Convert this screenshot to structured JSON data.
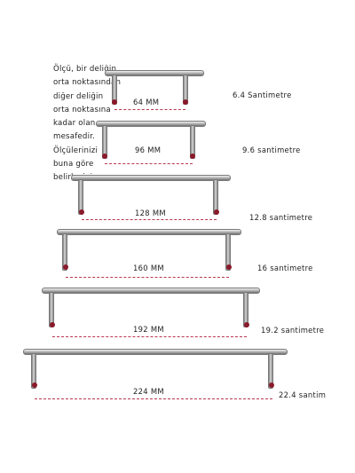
{
  "note_lines": [
    "Ölçü, bir deliğin",
    "orta noktasından",
    "diğer deliğin",
    "orta noktasına",
    "kadar olan",
    "mesafedir.",
    "Ölçülerinizi",
    "buna göre",
    "belirleyiniz."
  ],
  "handles": [
    {
      "mm_label": "64 MM",
      "cm_label": "6.4 Santimetre"
    },
    {
      "mm_label": "96 MM",
      "cm_label": "9.6 santimetre"
    },
    {
      "mm_label": "128 MM",
      "cm_label": "12.8 santimetre"
    },
    {
      "mm_label": "160 MM",
      "cm_label": "16 santimetre"
    },
    {
      "mm_label": "192 MM",
      "cm_label": "19.2 santimetre"
    },
    {
      "mm_label": "224 MM",
      "cm_label": "22.4 santim"
    }
  ],
  "colors": {
    "dash": "#b8364e",
    "dot": "#8a1a2a"
  }
}
